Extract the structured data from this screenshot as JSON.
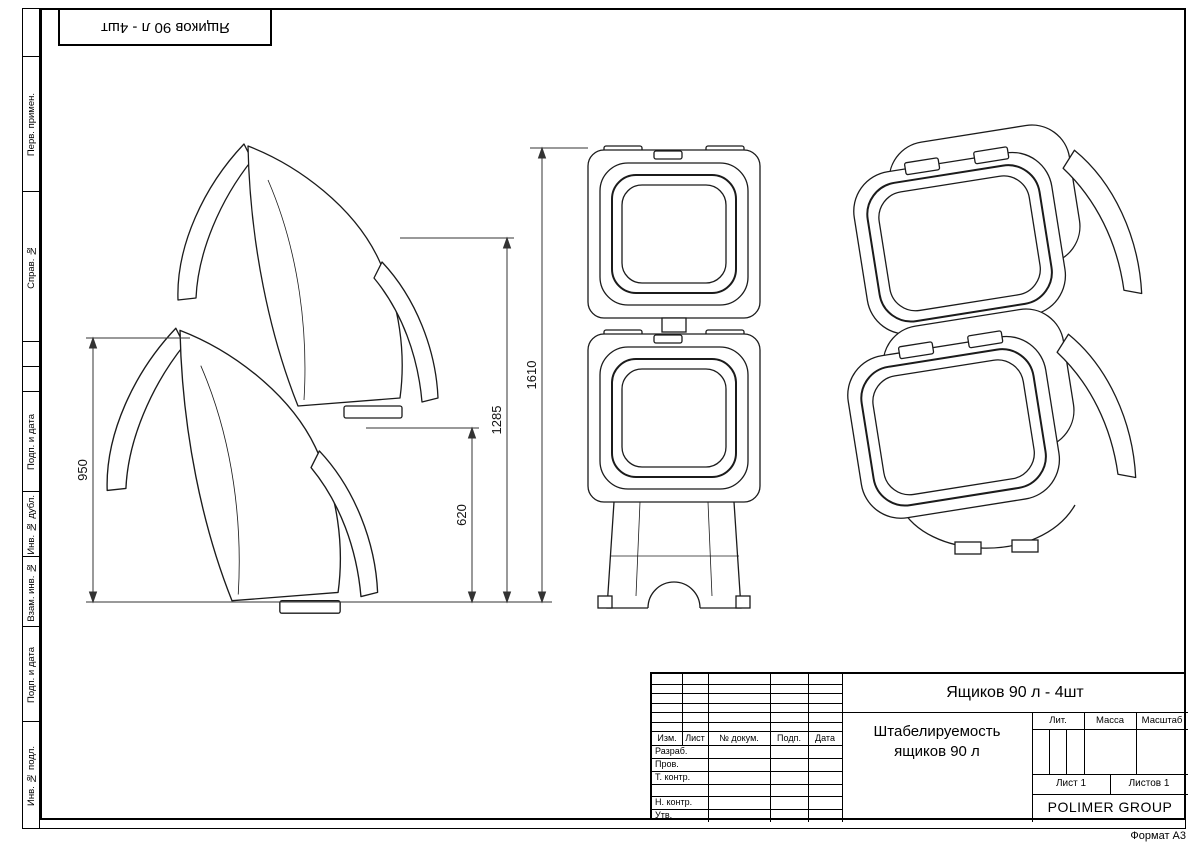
{
  "stamp_top": {
    "text": "Ящиков 90 л - 4шт"
  },
  "side_strip": {
    "labels": [
      "Перв. примен.",
      "Справ. №",
      "Подп. и дата",
      "Инв. № дубл.",
      "Взам. инв. №",
      "Подп. и дата",
      "Инв. № подл."
    ]
  },
  "dimensions": {
    "d950": "950",
    "d620": "620",
    "d1285": "1285",
    "d1610": "1610"
  },
  "title_block": {
    "designation": "Ящиков 90 л - 4шт",
    "header_cols": [
      "Изм.",
      "Лист",
      "№ докум.",
      "Подп.",
      "Дата"
    ],
    "sign_labels": [
      "Разраб.",
      "Пров.",
      "Т. контр.",
      "Н. контр.",
      "Утв."
    ],
    "title_line1": "Штабелируемость",
    "title_line2": "ящиков 90 л",
    "lit": "Лит.",
    "mass": "Масса",
    "scale": "Масштаб",
    "sheet": "Лист 1",
    "sheets": "Листов 1",
    "company": "POLIMER GROUP"
  },
  "format_note": "Формат А3"
}
